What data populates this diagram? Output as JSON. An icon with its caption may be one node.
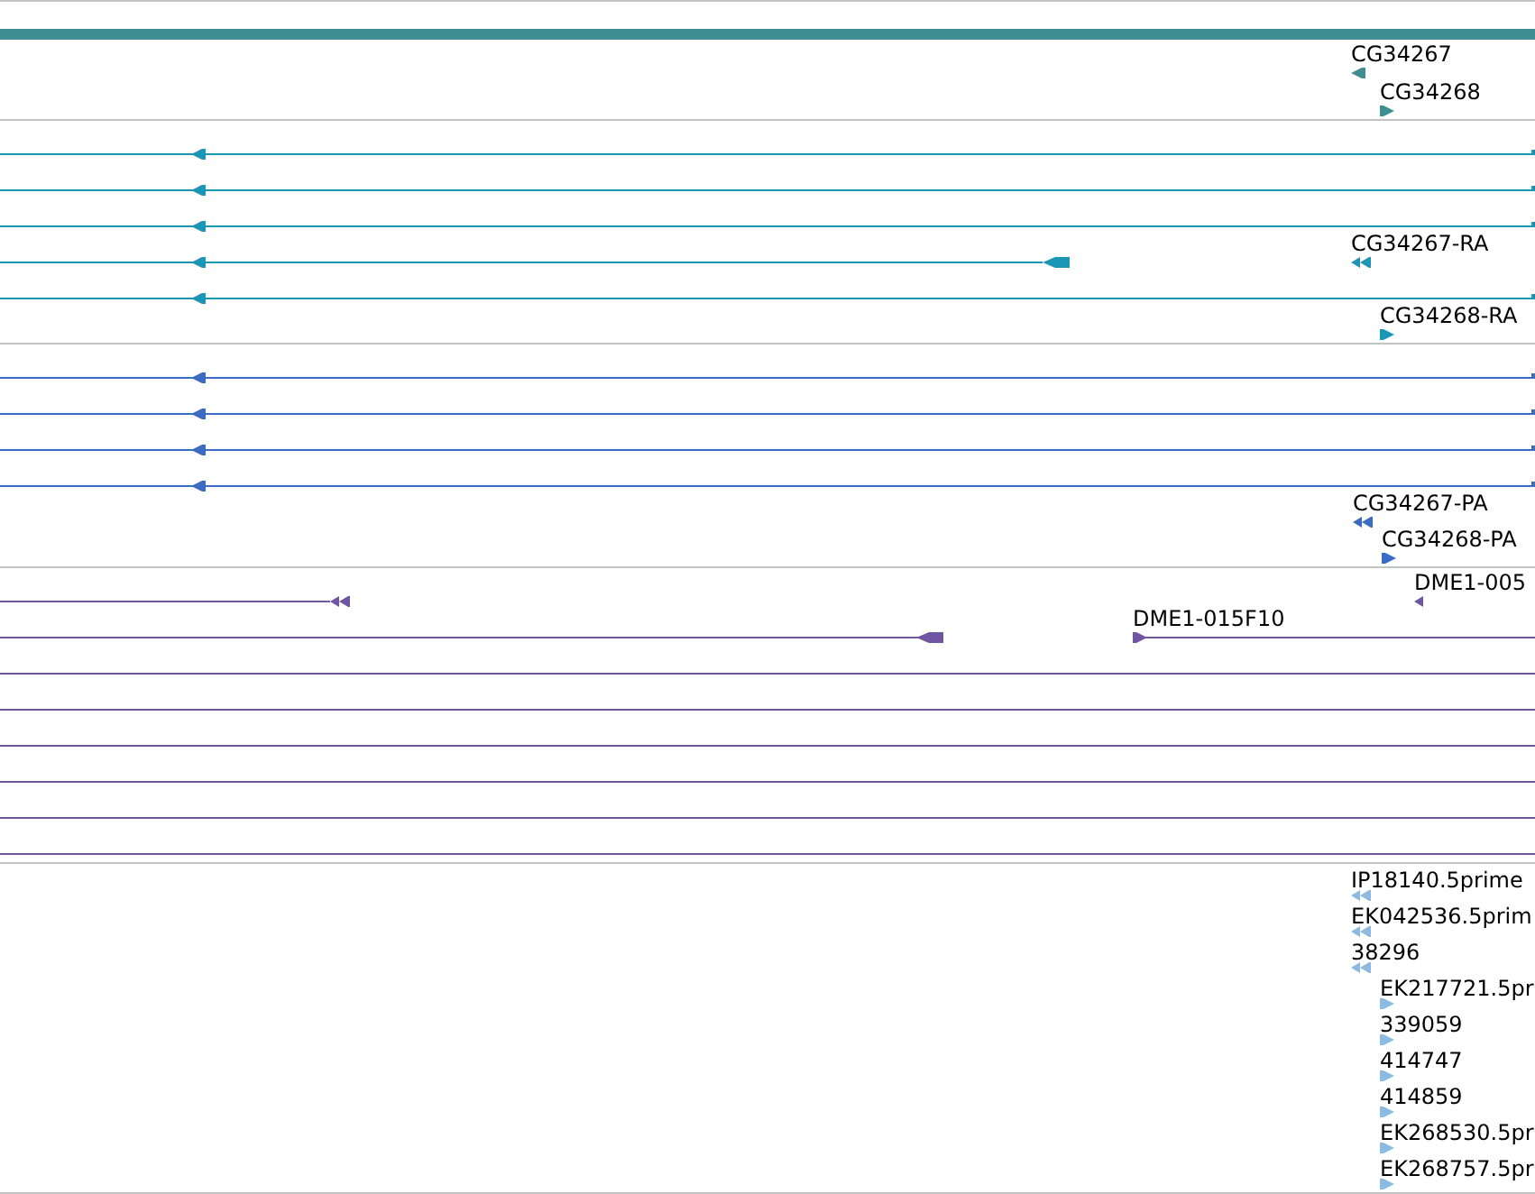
{
  "diagram": {
    "labels": [
      "CG34267",
      "CG34268",
      "CG34267-RA",
      "CG34268-RA",
      "CG34267-PA",
      "CG34268-PA",
      "DME1-005",
      "DME1-015F10",
      "IP18140.5prime",
      "EK042536.5prim",
      "38296",
      "EK217721.5pr",
      "339059",
      "414747",
      "414859",
      "EK268530.5pr",
      "EK268757.5pr"
    ]
  }
}
